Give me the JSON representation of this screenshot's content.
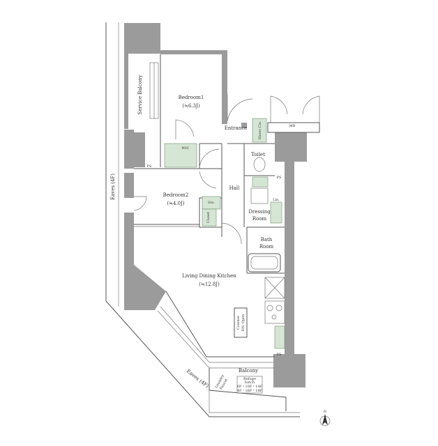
{
  "rooms": {
    "service_balcony": "Service Balcony",
    "bedroom1": "Bedroom1",
    "bedroom1_area": "(≒6.3J)",
    "wic": "WIC",
    "ps_left": "PS",
    "entrance": "Entrance",
    "shoes_clo": "Shoes Clo.",
    "mb": "MB",
    "toilet": "Toilet",
    "ps_right": "PS",
    "hall": "Hall",
    "bedroom2": "Bedroom2",
    "bedroom2_area": "(≒4.0J)",
    "sto": "Sto.",
    "closet": "Closet",
    "lin": "Lin.",
    "dressing": "Dressing",
    "dressing_room": "Room",
    "bath": "Bath",
    "bath_room": "Room",
    "ldk": "Living Dining Kitchen",
    "ldk_area": "(≒12.8J)",
    "counter_1": "Counter",
    "counter_2": "DN. Open",
    "ps_bottom": "PS",
    "balcony": "Balcony",
    "laundry_1": "Laundry",
    "laundry_2": "Faucet",
    "refuge_1": "Refuge",
    "refuge_2": "hatch",
    "refuge_3": "6F・10F・14F",
    "refuge_4": "4F・16F・18F",
    "eaves_left": "Eaves (4F)",
    "eaves_bottom": "Eaves (4F)",
    "north": "N"
  },
  "colors": {
    "wall": "#9b9b9b",
    "fixture": "#d5e6d5",
    "line": "#555555"
  }
}
